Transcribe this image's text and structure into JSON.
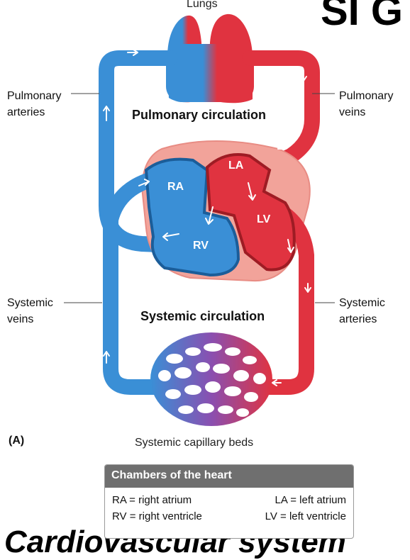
{
  "diagram": {
    "title_fragment_top": "Lungs",
    "heading_fragment_top_right": "SI G",
    "heading_fragment_bottom": "Cardiovascular system",
    "labels": {
      "lungs": "Lungs",
      "pulmonary_circulation": "Pulmonary circulation",
      "systemic_circulation": "Systemic circulation",
      "pulmonary_arteries": [
        "Pulmonary",
        "arteries"
      ],
      "pulmonary_veins": [
        "Pulmonary",
        "veins"
      ],
      "systemic_veins": [
        "Systemic",
        "veins"
      ],
      "systemic_arteries": [
        "Systemic",
        "arteries"
      ],
      "capillary_beds": "Systemic capillary beds",
      "panel": "(A)",
      "chambers": {
        "ra": "RA",
        "rv": "RV",
        "la": "LA",
        "lv": "LV"
      }
    },
    "colors": {
      "oxygen_poor": "#3a8fd6",
      "oxygen_rich": "#e03340",
      "pericardium": "#f2a39a"
    }
  },
  "legend": {
    "title": "Chambers of the heart",
    "rows": [
      [
        "RA = right atrium",
        "LA = left atrium"
      ],
      [
        "RV = right ventricle",
        "LV = left ventricle"
      ]
    ]
  }
}
